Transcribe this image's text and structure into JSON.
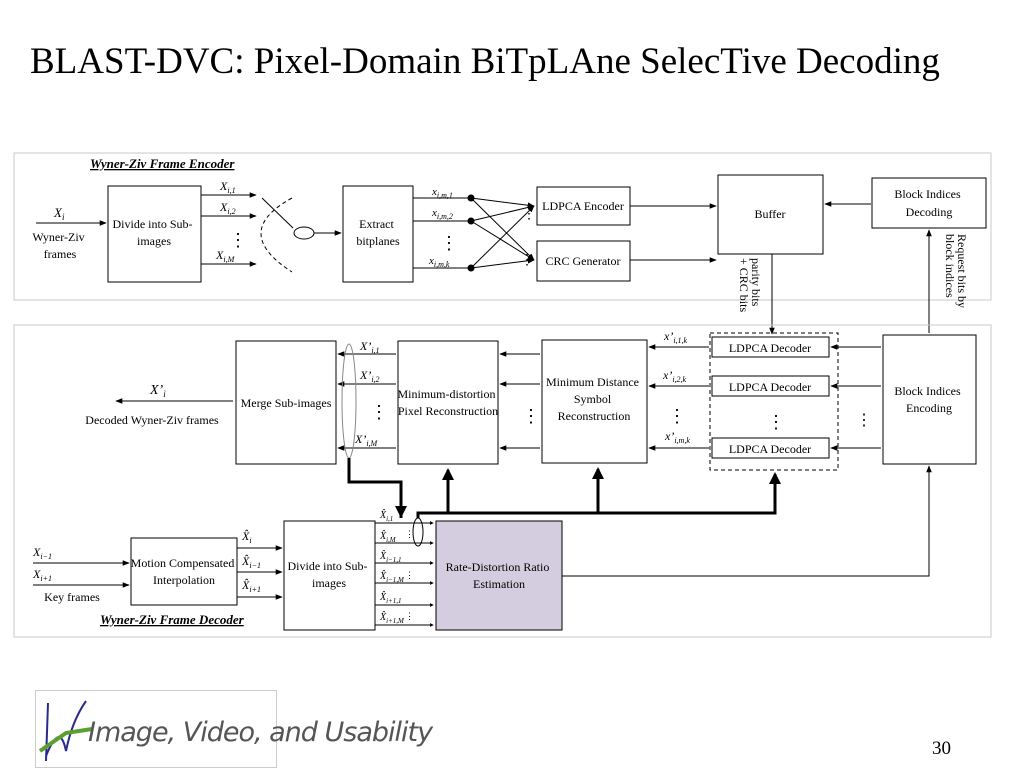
{
  "slide": {
    "title": "BLAST-DVC: Pixel-Domain BiTpLAne SelecTive Decoding",
    "page_number": "30",
    "logo_text": "Image, Video, and Usability"
  },
  "encoder": {
    "heading": "Wyner-Ziv Frame Encoder",
    "input_var": "X",
    "input_sub": "i",
    "input_label_1": "Wyner-Ziv",
    "input_label_2": "frames",
    "divide_block_1": "Divide into Sub-",
    "divide_block_2": "images",
    "sub_1_var": "X",
    "sub_1_sub": "i,1",
    "sub_2_var": "X",
    "sub_2_sub": "i,2",
    "sub_m_var": "X",
    "sub_m_sub": "i,M",
    "dots": "⋮",
    "extract_block_1": "Extract",
    "extract_block_2": "bitplanes",
    "bp_1_var": "x",
    "bp_1_sub": "i,m,1",
    "bp_2_var": "x",
    "bp_2_sub": "i,m,2",
    "bp_k_var": "x",
    "bp_k_sub": "i,m,k",
    "ldpca_encoder": "LDPCA Encoder",
    "crc_generator": "CRC Generator",
    "buffer": "Buffer",
    "block_indices_decoding_1": "Block Indices",
    "block_indices_decoding_2": "Decoding"
  },
  "channel": {
    "parity_bits_1": "parity bits",
    "parity_bits_2": "+ CRC bits",
    "request_bits_1": "Request bits by",
    "request_bits_2": "block indices"
  },
  "decoder": {
    "heading": "Wyner-Ziv Frame Decoder",
    "output_var": "X’",
    "output_sub": "i",
    "output_label": "Decoded Wyner-Ziv frames",
    "merge_block": "Merge Sub-images",
    "rec_1_var": "X’",
    "rec_1_sub": "i,1",
    "rec_2_var": "X’",
    "rec_2_sub": "i,2",
    "rec_m_var": "X’",
    "rec_m_sub": "i,M",
    "min_distortion_1": "Minimum-distortion",
    "min_distortion_2": "Pixel Reconstruction",
    "min_distance_1": "Minimum Distance",
    "min_distance_2": "Symbol",
    "min_distance_3": "Reconstruction",
    "dec_bp_1_var": "x’",
    "dec_bp_1_sub": "i,1,k",
    "dec_bp_2_var": "x’",
    "dec_bp_2_sub": "i,2,k",
    "dec_bp_m_var": "x’",
    "dec_bp_m_sub": "i,m,k",
    "ldpca_decoder_1": "LDPCA Decoder",
    "ldpca_decoder_2": "LDPCA Decoder",
    "ldpca_decoder_3": "LDPCA Decoder",
    "block_indices_encoding_1": "Block Indices",
    "block_indices_encoding_2": "Encoding",
    "key_prev_var": "X",
    "key_prev_sub": "i−1",
    "key_next_var": "X",
    "key_next_sub": "i+1",
    "key_frames_label": "Key frames",
    "mci_block_1": "Motion Compensated",
    "mci_block_2": "Interpolation",
    "si_var": "X̂",
    "si_0_sub": "i",
    "si_prev_sub": "i−1",
    "si_next_sub": "i+1",
    "divide_block_1": "Divide into Sub-",
    "divide_block_2": "images",
    "si_sub_1": "i,1",
    "si_sub_2": "i,M",
    "si_sub_3": "i−1,1",
    "si_sub_4": "i−1,M",
    "si_sub_5": "i+1,1",
    "si_sub_6": "i+1,M",
    "rd_block_1": "Rate-Distortion Ratio",
    "rd_block_2": "Estimation"
  },
  "colors": {
    "rd_block_fill": "#d4cde0",
    "panel_border": "#c8c8c8",
    "logo_green": "#5aa02c",
    "logo_blue": "#2a2a8a"
  }
}
